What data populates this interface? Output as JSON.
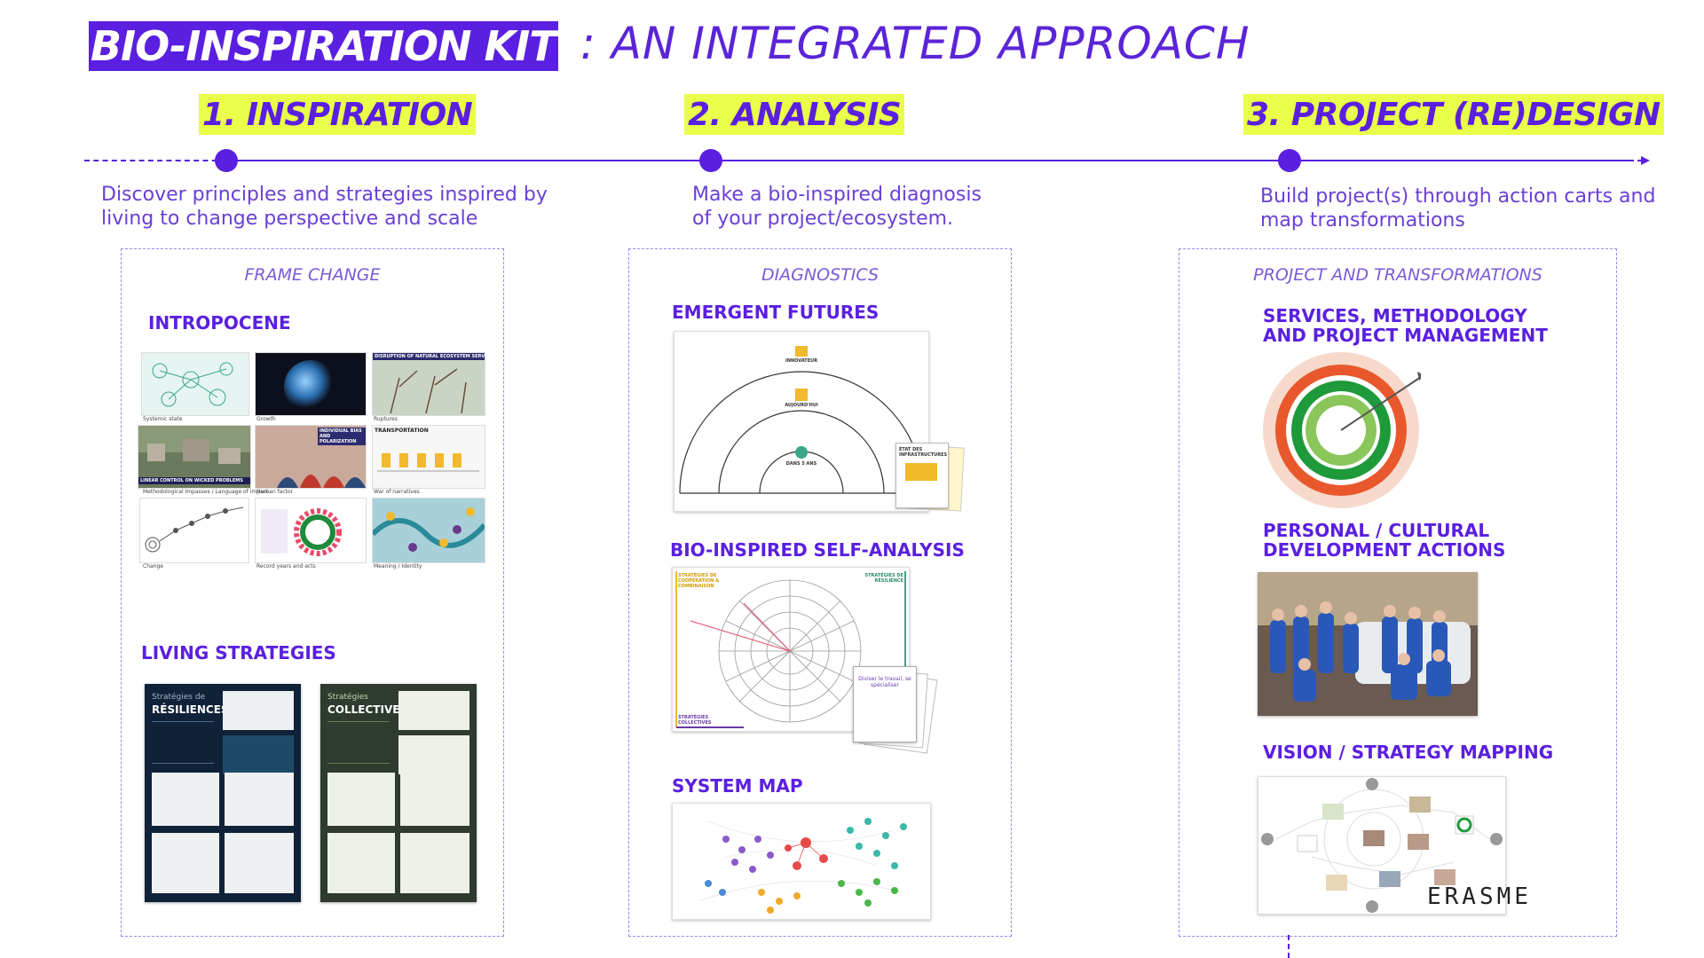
{
  "title": {
    "strong": "BIO-INSPIRATION KIT",
    "rest": ": AN INTEGRATED APPROACH"
  },
  "steps": [
    {
      "label": "1. INSPIRATION",
      "desc_line1": "Discover principles and strategies inspired by",
      "desc_line2": "living to change perspective and scale"
    },
    {
      "label": "2. ANALYSIS",
      "desc_line1": "Make a bio-inspired diagnosis",
      "desc_line2": "of your project/ecosystem."
    },
    {
      "label": "3. PROJECT (RE)DESIGN",
      "desc_line1": "Build project(s) through action carts and",
      "desc_line2": "map transformations"
    }
  ],
  "panels": {
    "inspiration": {
      "caption": "FRAME CHANGE",
      "section1": "INTROPOCENE",
      "thumbs": [
        {
          "caption": "Systemic state"
        },
        {
          "caption": "Growth"
        },
        {
          "caption": "Ruptures",
          "header": "DISRUPTION OF NATURAL ECOSYSTEM SERVICES"
        },
        {
          "caption": "Methodological Impasses / Language of impact",
          "header": "LINEAR CONTROL ON WICKED PROBLEMS"
        },
        {
          "caption": "Human factor",
          "header": "INDIVIDUAL BIAS AND POLARIZATION"
        },
        {
          "caption": "War of narratives",
          "header": "TRANSPORTATION"
        },
        {
          "caption": "Change"
        },
        {
          "caption": "Record years and acts"
        },
        {
          "caption": "Meaning / Identity"
        }
      ],
      "section2": "LIVING STRATEGIES",
      "posters": [
        {
          "small": "Stratégies de",
          "big": "RÉSILIENCES"
        },
        {
          "small": "Stratégies",
          "big": "COLLECTIVES"
        }
      ]
    },
    "analysis": {
      "caption": "DIAGNOSTICS",
      "section1": "EMERGENT FUTURES",
      "futures_labels": [
        "INNOVATEUR",
        "AUJOURD'HUI",
        "DANS 5 ANS"
      ],
      "futures_card": "ÉTAT DES INFRASTRUCTURES",
      "section2": "BIO-INSPIRED SELF-ANALYSIS",
      "wheel_labels": [
        "STRATÉGIES DE COOPÉRATION & COMBINAISON",
        "STRATÉGIES DE RÉSILIENCE",
        "STRATÉGIES COLLECTIVES"
      ],
      "wheel_card": "Diviser le travail, se spécialiser",
      "section3": "SYSTEM MAP"
    },
    "design": {
      "caption": "PROJECT AND TRANSFORMATIONS",
      "section1_line1": "SERVICES, METHODOLOGY",
      "section1_line2": "AND PROJECT MANAGEMENT",
      "section2_line1": "PERSONAL / CULTURAL",
      "section2_line2": "DEVELOPMENT ACTIONS",
      "section3": "VISION / STRATEGY MAPPING",
      "logo": "ERASME"
    }
  },
  "colors": {
    "accent": "#5a1fe0",
    "highlight": "#eaff4a"
  }
}
